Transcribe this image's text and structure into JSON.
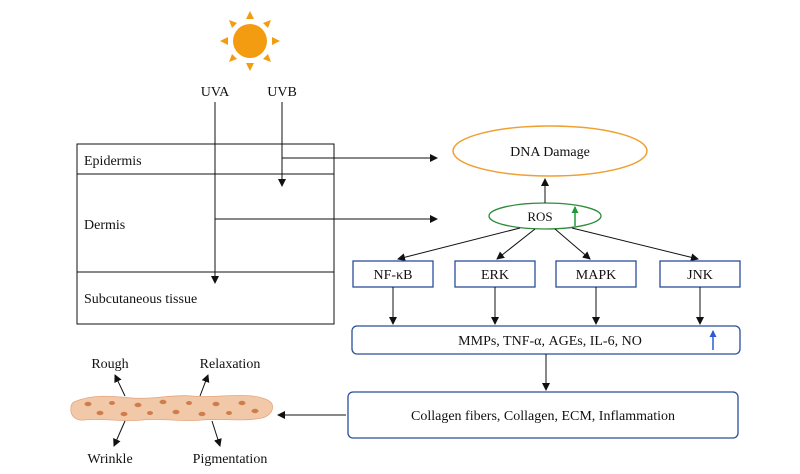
{
  "light": {
    "uva": "UVA",
    "uvb": "UVB"
  },
  "skin_layers": {
    "epidermis": "Epidermis",
    "dermis": "Dermis",
    "subcutaneous": "Subcutaneous tissue"
  },
  "nodes": {
    "dna_damage": "DNA Damage",
    "ros": "ROS",
    "nfkb": "NF-κB",
    "erk": "ERK",
    "mapk": "MAPK",
    "jnk": "JNK",
    "mediators": "MMPs, TNF-α,  AGEs,  IL-6,  NO",
    "collagen": "Collagen fibers, Collagen, ECM, Inflammation"
  },
  "effects": {
    "rough": "Rough",
    "relaxation": "Relaxation",
    "wrinkle": "Wrinkle",
    "pigmentation": "Pigmentation"
  },
  "colors": {
    "sun": "#F39C12",
    "dna_border": "#F0A030",
    "ros_border": "#2E8B3A",
    "ros_arrow": "#1E9A3A",
    "box_border": "#2A4E9A",
    "mediator_arrow": "#2A5ADA",
    "skin": "#F2C9A8",
    "skin_dots": "#C9703E"
  }
}
